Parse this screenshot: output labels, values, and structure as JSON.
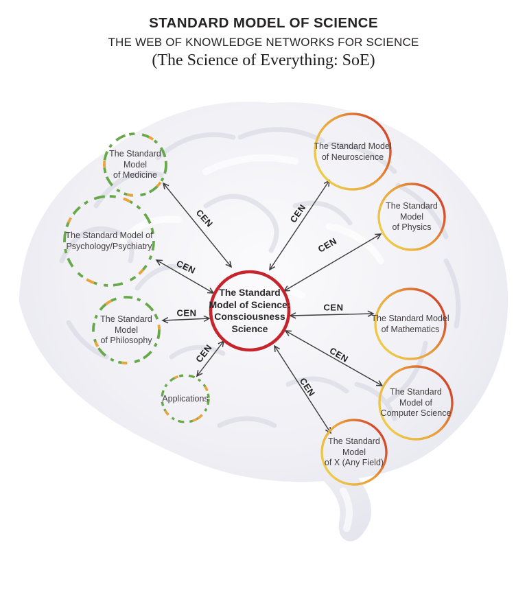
{
  "header": {
    "title": "STANDARD MODEL OF SCIENCE",
    "subtitle": "THE WEB OF KNOWLEDGE NETWORKS FOR SCIENCE",
    "tagline": "(The Science of Everything: SoE)"
  },
  "nodes": [
    {
      "id": "consciousness-science",
      "role": "center",
      "ring": "solid-red",
      "label": "The Standard\nModel of Science:\nConsciousness\nScience"
    },
    {
      "id": "medicine",
      "ring": "dashed-green-orange",
      "label": "The Standard\nModel\nof Medicine"
    },
    {
      "id": "psychology-psychiatry",
      "ring": "dashed-green-orange",
      "label": "The Standard Model of\nPsychology/Psychiatry"
    },
    {
      "id": "philosophy",
      "ring": "dashed-green-orange",
      "label": "The Standard\nModel\nof Philosophy"
    },
    {
      "id": "applications",
      "ring": "dashed-green-orange",
      "label": "Applications"
    },
    {
      "id": "neuroscience",
      "ring": "solid-yellow-red",
      "label": "The Standard Model\nof Neuroscience"
    },
    {
      "id": "physics",
      "ring": "solid-yellow-red",
      "label": "The Standard\nModel\nof Physics"
    },
    {
      "id": "mathematics",
      "ring": "solid-yellow-red",
      "label": "The Standard Model\nof Mathematics"
    },
    {
      "id": "computer-science",
      "ring": "solid-yellow-red",
      "label": "The Standard\nModel of\nComputer Science"
    },
    {
      "id": "x-any-field",
      "ring": "solid-yellow-red",
      "label": "The Standard\nModel\nof X (Any Field)"
    }
  ],
  "edges": [
    {
      "from": "consciousness-science",
      "to": "medicine",
      "label": "CEN"
    },
    {
      "from": "consciousness-science",
      "to": "psychology-psychiatry",
      "label": "CEN"
    },
    {
      "from": "consciousness-science",
      "to": "philosophy",
      "label": "CEN"
    },
    {
      "from": "consciousness-science",
      "to": "applications",
      "label": "CEN"
    },
    {
      "from": "consciousness-science",
      "to": "neuroscience",
      "label": "CEN"
    },
    {
      "from": "consciousness-science",
      "to": "physics",
      "label": "CEN"
    },
    {
      "from": "consciousness-science",
      "to": "mathematics",
      "label": "CEN"
    },
    {
      "from": "consciousness-science",
      "to": "computer-science",
      "label": "CEN"
    },
    {
      "from": "consciousness-science",
      "to": "x-any-field",
      "label": "CEN"
    }
  ],
  "colors": {
    "center_ring": "#c5242c",
    "warm_ring_yellow": "#eed24d",
    "warm_ring_orange": "#e89b3a",
    "warm_ring_red": "#cf3a28",
    "dashed_green": "#67a94a",
    "dashed_orange": "#e9a43c",
    "arrow": "#3a3a3a",
    "label_text": "#413d3e",
    "brain_tint": "#e7e7ef"
  }
}
